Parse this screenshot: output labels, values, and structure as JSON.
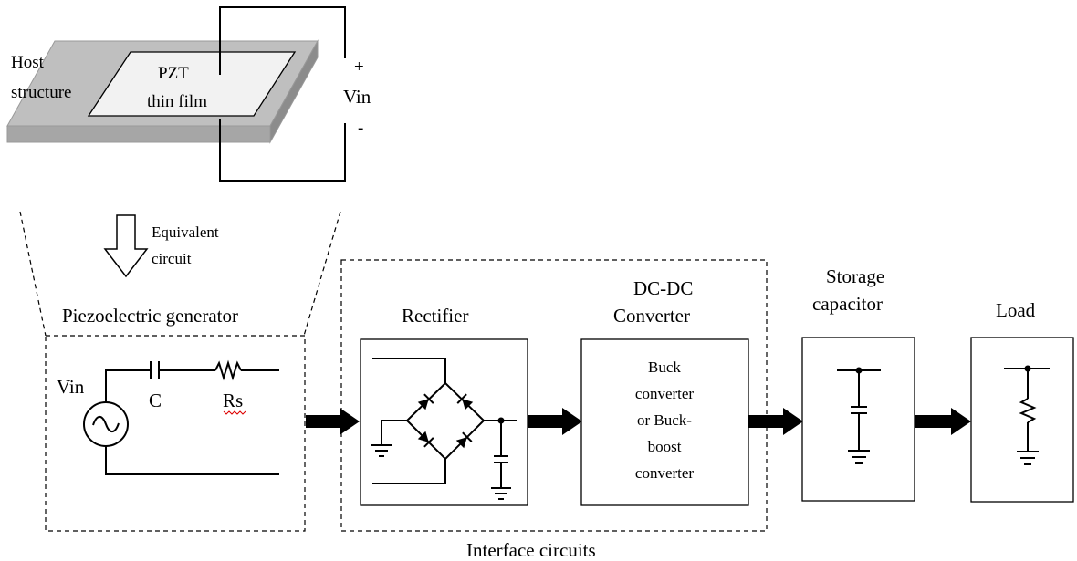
{
  "top": {
    "host_label_1": "Host",
    "host_label_2": "structure",
    "film_label_1": "PZT",
    "film_label_2": "thin film",
    "plus": "+",
    "vin": "Vin",
    "minus": "-"
  },
  "equivalent": {
    "line1": "Equivalent",
    "line2": "circuit"
  },
  "generator": {
    "title": "Piezoelectric generator",
    "vin": "Vin",
    "c": "C",
    "rs": "Rs"
  },
  "interface": {
    "caption": "Interface circuits",
    "rectifier_title": "Rectifier",
    "dcdc_title_1": "DC-DC",
    "dcdc_title_2": "Converter",
    "dcdc_body": [
      "Buck",
      "converter",
      "or Buck-",
      "boost",
      "converter"
    ]
  },
  "storage": {
    "title_1": "Storage",
    "title_2": "capacitor"
  },
  "load": {
    "title": "Load"
  }
}
